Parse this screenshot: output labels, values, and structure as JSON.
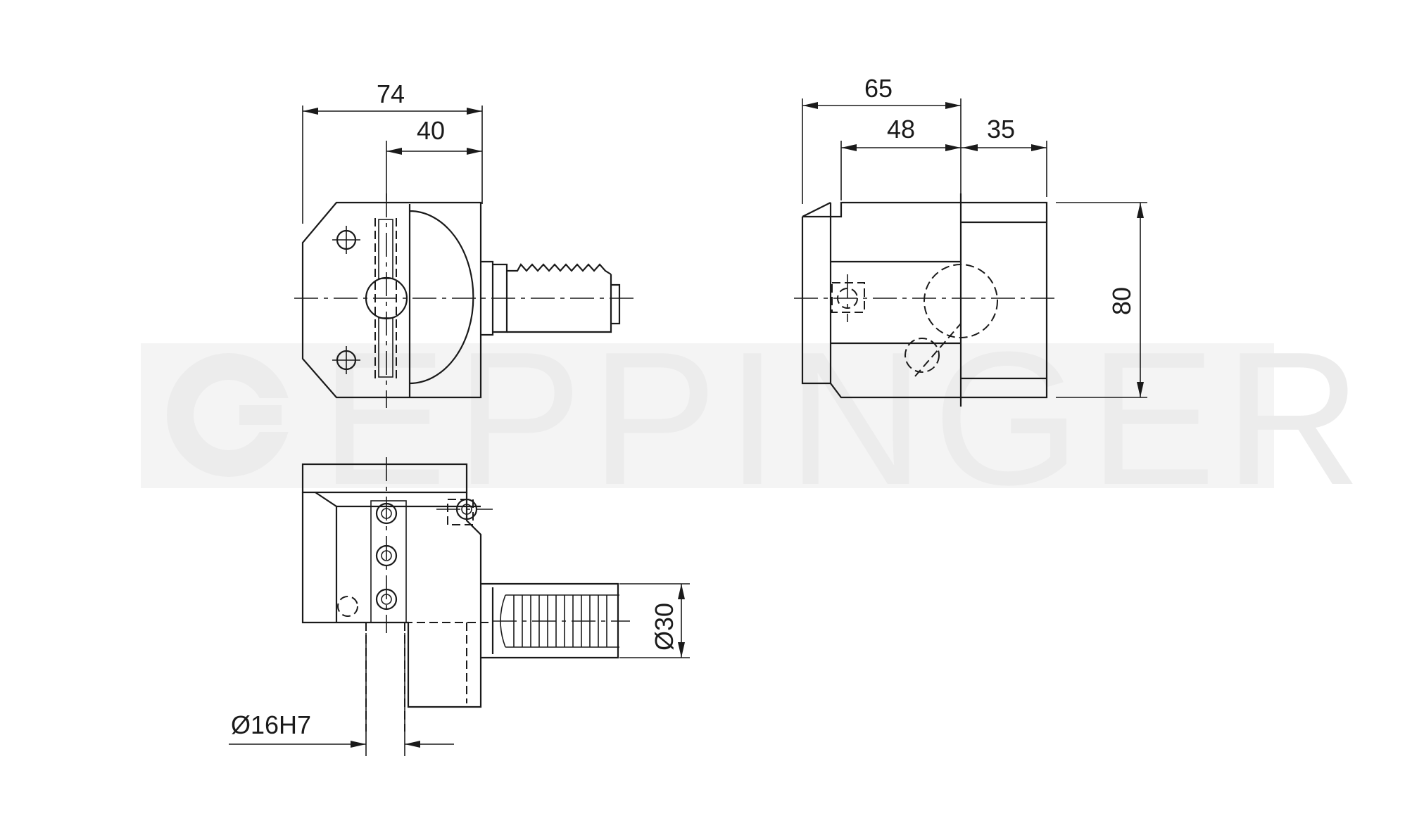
{
  "watermark": {
    "text": "EPPINGER",
    "color": "#ececec"
  },
  "front_view": {
    "dims": {
      "overall_width": "74",
      "offset": "40"
    }
  },
  "side_view": {
    "dims": {
      "width_total": "65",
      "width_inner": "48",
      "shank_length": "35",
      "height": "80"
    }
  },
  "top_view": {
    "dims": {
      "shank_diameter": "Ø30",
      "bore": "Ø16H7"
    }
  }
}
